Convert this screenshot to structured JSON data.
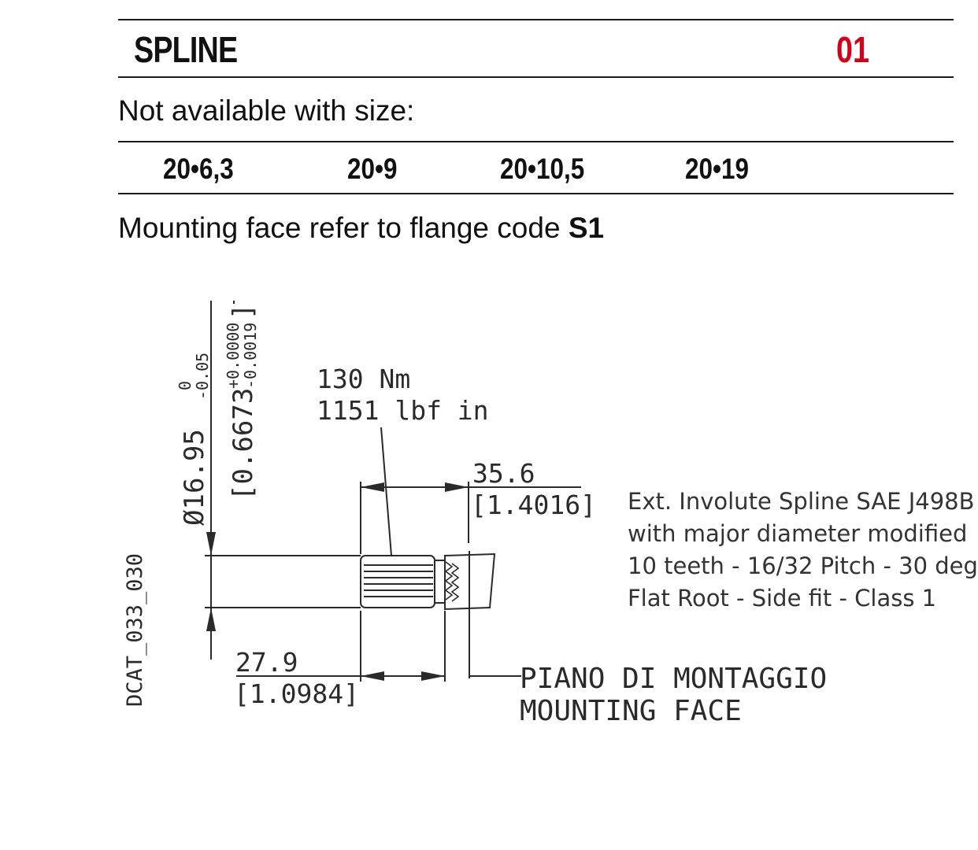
{
  "header": {
    "title": "SPLINE",
    "code": "01"
  },
  "availability": {
    "label": "Not available with size:",
    "sizes": [
      "20•6,3",
      "20•9",
      "20•10,5",
      "20•19"
    ]
  },
  "mounting": {
    "prefix": "Mounting face refer to flange code ",
    "code": "S1"
  },
  "drawing": {
    "torque_nm": "130 Nm",
    "torque_lbf": "1151 lbf  in",
    "dim_length_mm": "35.6",
    "dim_length_in": "[1.4016]",
    "dim_offset_mm": "27.9",
    "dim_offset_in": "[1.0984]",
    "dia_mm": "Ø16.95",
    "dia_tol_upper_mm": "0",
    "dia_tol_lower_mm": "-0.05",
    "dia_in": "[0.6673",
    "dia_tol_upper_in": "+0.0000",
    "dia_tol_lower_in": "-0.0019",
    "dia_in_close": "]",
    "label_it": "PIANO DI MONTAGGIO",
    "label_en": "MOUNTING FACE",
    "drawing_id": "DCAT_033_030"
  },
  "spec": {
    "lines": [
      "Ext. Involute Spline SAE J498B",
      "with major diameter modified",
      "10 teeth - 16/32 Pitch - 30 deg",
      "Flat Root - Side fit - Class 1"
    ]
  }
}
